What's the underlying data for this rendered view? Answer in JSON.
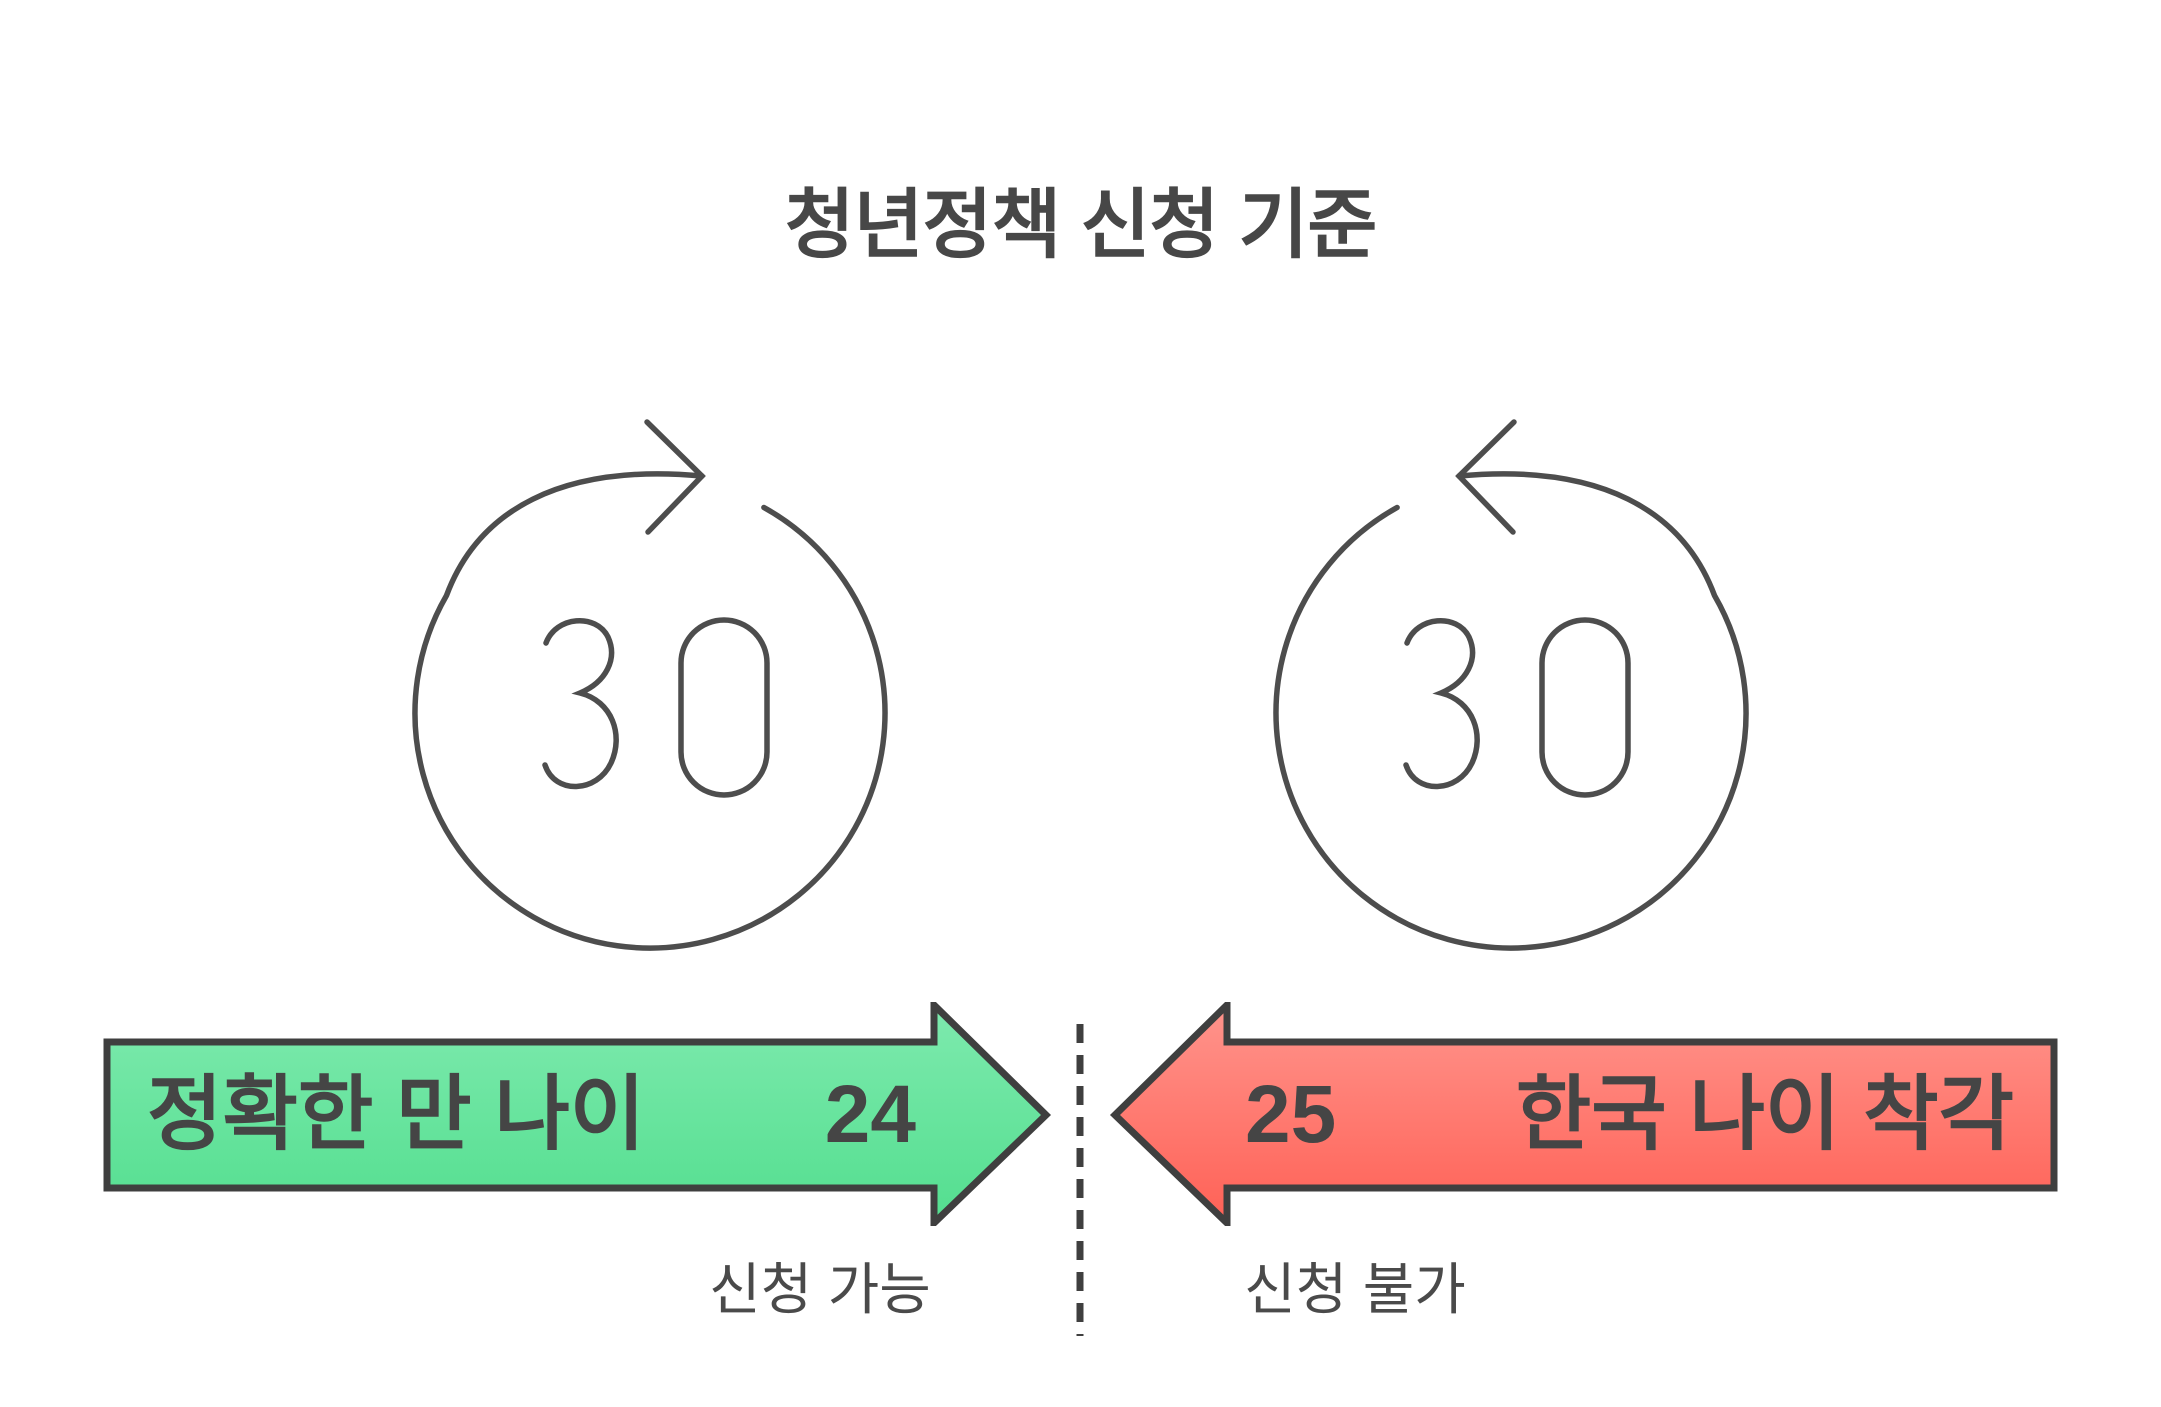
{
  "title": "청년정책 신청 기준",
  "icons": {
    "left": {
      "number": "30",
      "direction": "clockwise"
    },
    "right": {
      "number": "30",
      "direction": "counterclockwise"
    }
  },
  "eligible": {
    "label": "정확한 만 나이",
    "age": "24",
    "status": "신청 가능"
  },
  "ineligible": {
    "age": "25",
    "label": "한국 나이 착각",
    "status": "신청 불가"
  },
  "colors": {
    "text": "#4a4a4a",
    "outline": "#3f3f3f",
    "icon_stroke": "#4d4d4d",
    "green_top": "#7eeaae",
    "green_bottom": "#53de8f",
    "red_top": "#ff948c",
    "red_bottom": "#ff6156",
    "divider": "#3f3f3f"
  }
}
